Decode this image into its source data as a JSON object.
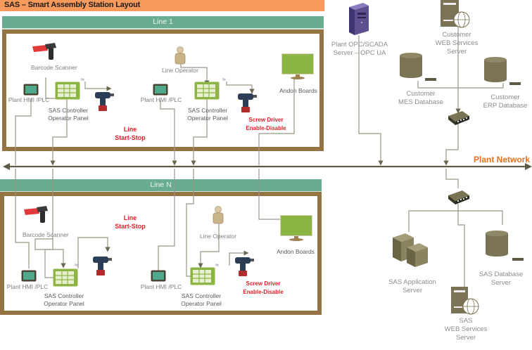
{
  "title": "SAS – Smart Assembly Station Layout",
  "network_label": "Plant Network",
  "colors": {
    "title_bar": "#F79A5B",
    "line_header": "#6AAC90",
    "line_border": "#957443",
    "network": "#5f5a45",
    "highlight_red": "#e21f26",
    "network_label": "#e5701f",
    "server_purple": "#5e4f8f",
    "equipment_olive": "#7a7356"
  },
  "lines": [
    {
      "header": "Line 1",
      "barcode_scanner": "Barcode Scanner",
      "plant_hmi_1": "Plant HMI /PLC",
      "plant_hmi_2": "Plant HMI /PLC",
      "controller_1": [
        "SAS Controller",
        "Operator Panel"
      ],
      "controller_2": [
        "SAS Controller",
        "Operator Panel"
      ],
      "line_operator": "Line Operator",
      "start_stop": [
        "Line",
        "Start-Stop"
      ],
      "screw_driver": [
        "Screw Driver",
        "Enable-Disable"
      ],
      "andon": "Andon Boards"
    },
    {
      "header": "Line N",
      "barcode_scanner": "Barcode Scanner",
      "plant_hmi_1": "Plant HMI /PLC",
      "plant_hmi_2": "Plant HMI /PLC",
      "controller_1": [
        "SAS Controller",
        "Operator Panel"
      ],
      "controller_2": [
        "SAS Controller",
        "Operator Panel"
      ],
      "line_operator": "Line Operator",
      "start_stop": [
        "Line",
        "Start-Stop"
      ],
      "screw_driver": [
        "Screw Driver",
        "Enable-Disable"
      ],
      "andon": "Andon Boards"
    }
  ],
  "servers": {
    "opc": [
      "Plant OPC/SCADA",
      "Server – OPC UA"
    ],
    "customer_web": [
      "Customer",
      "WEB Services",
      "Server"
    ],
    "customer_mes": [
      "Customer",
      "MES Database"
    ],
    "customer_erp": [
      "Customer",
      "ERP Database"
    ],
    "sas_app": [
      "SAS Application",
      "Server"
    ],
    "sas_db": [
      "SAS Database",
      "Server"
    ],
    "sas_web": [
      "SAS",
      "WEB Services",
      "Server"
    ]
  }
}
